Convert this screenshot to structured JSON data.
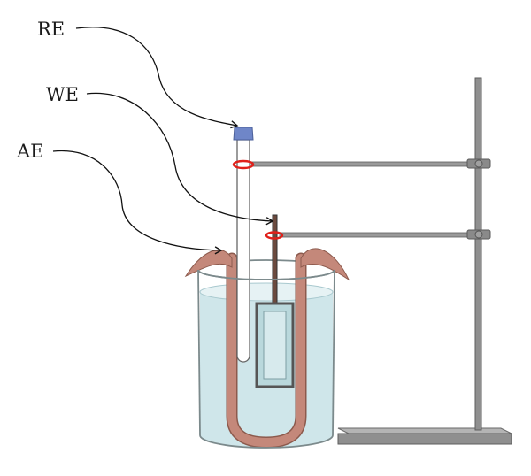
{
  "labels": {
    "reference_electrode": "RE",
    "working_electrode": "WE",
    "auxiliary_electrode": "AE"
  },
  "colors": {
    "electrolyte": "#cfe6ea",
    "electrolyte_surface": "#e6f2f4",
    "beaker_outline": "#7c8a8c",
    "counter_electrode": "#c4887a",
    "counter_electrode_edge": "#8c5a4d",
    "stand_metal": "#8f8f8f",
    "stand_edge": "#5e5e5e",
    "clamp_ring": "#e0201a",
    "reference_cap": "#6f86c8",
    "sample_frame": "#5b5b5b",
    "leader_line": "#111111"
  }
}
